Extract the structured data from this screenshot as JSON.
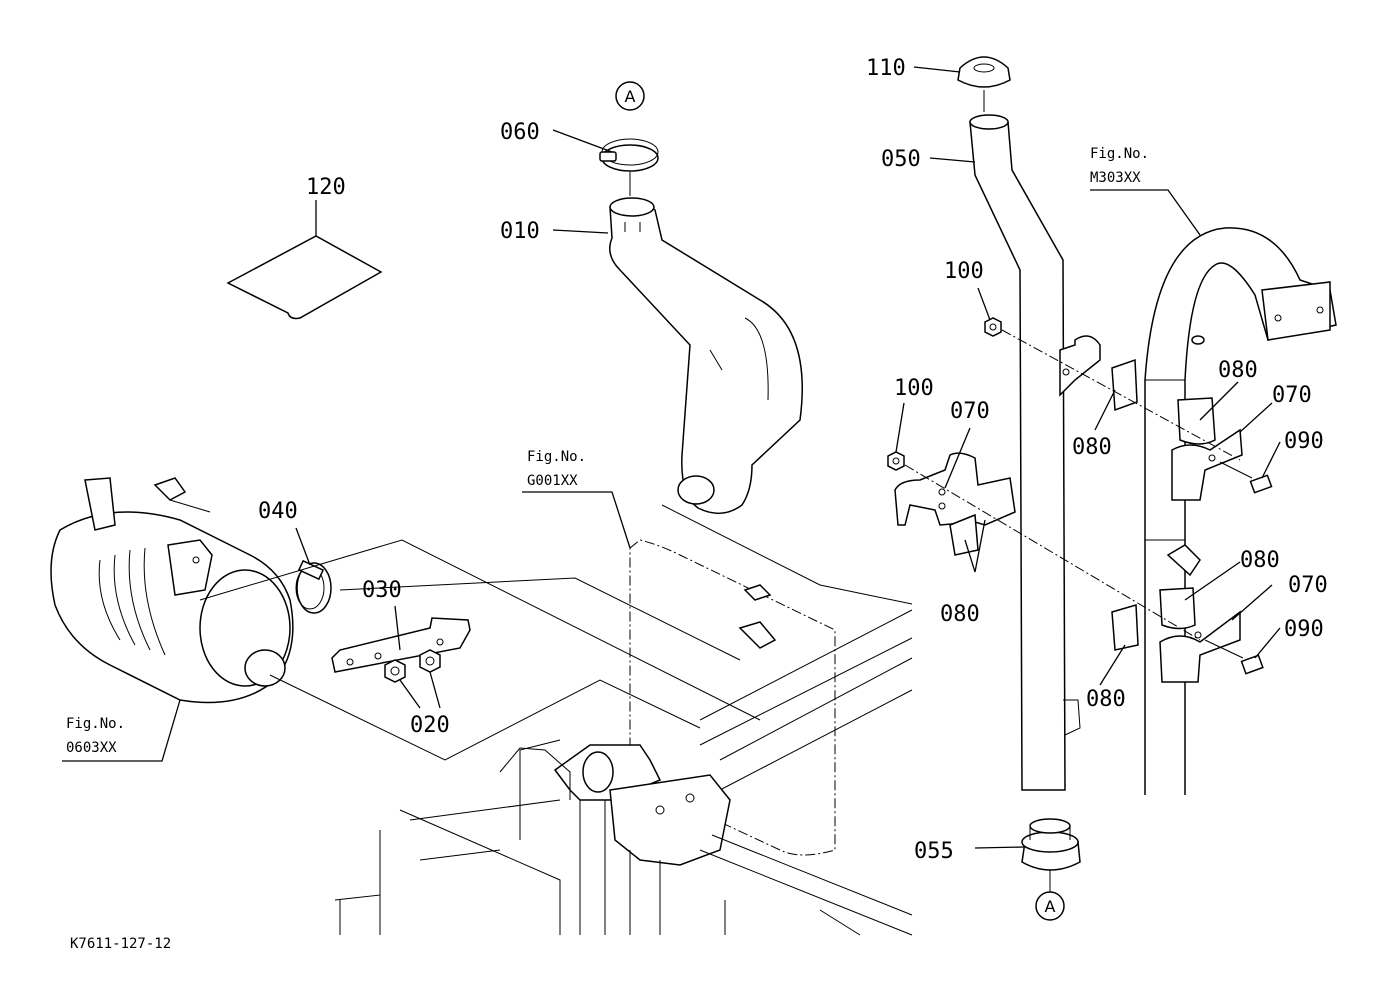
{
  "labels": {
    "p010": "010",
    "p020": "020",
    "p030": "030",
    "p040": "040",
    "p050": "050",
    "p055": "055",
    "p060": "060",
    "p070a": "070",
    "p070b": "070",
    "p070c": "070",
    "p080a": "080",
    "p080b": "080",
    "p080c": "080",
    "p080d": "080",
    "p080e": "080",
    "p090a": "090",
    "p090b": "090",
    "p100a": "100",
    "p100b": "100",
    "p110": "110",
    "p120": "120"
  },
  "markers": {
    "top": "A",
    "bottom": "A"
  },
  "fig_refs": {
    "m303_title": "Fig.No.",
    "m303_code": "M303XX",
    "g001_title": "Fig.No.",
    "g001_code": "G001XX",
    "f0603_title": "Fig.No.",
    "f0603_code": "0603XX"
  },
  "drawing_code": "K7611-127-12"
}
